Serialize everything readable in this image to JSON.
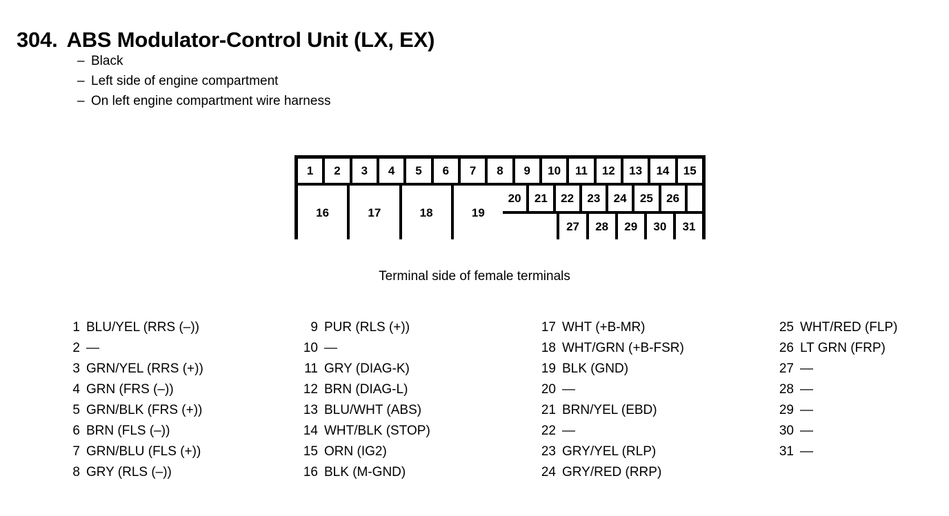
{
  "document": {
    "title_number": "304.",
    "title_text": "ABS Modulator-Control Unit (LX, EX)",
    "spec_items": [
      {
        "dash": "–",
        "text": "Black"
      },
      {
        "dash": "–",
        "text": "Left side of engine compartment"
      },
      {
        "dash": "–",
        "text": "On left engine compartment wire harness"
      }
    ],
    "caption": "Terminal side of female terminals"
  },
  "connector": {
    "top_row": [
      "1",
      "2",
      "3",
      "4",
      "5",
      "6",
      "7",
      "8",
      "9",
      "10",
      "11",
      "12",
      "13",
      "14",
      "15"
    ],
    "body_left": [
      "16",
      "17",
      "18",
      "19"
    ],
    "mid_row": [
      "20",
      "21",
      "22",
      "23",
      "24",
      "25",
      "26",
      ""
    ],
    "bottom_row": [
      "",
      "27",
      "28",
      "29",
      "30",
      "31"
    ]
  },
  "pin_legend": {
    "columns": [
      {
        "rows": [
          {
            "pin": "1",
            "desc": "BLU/YEL (RRS (–))"
          },
          {
            "pin": "2",
            "desc": "—"
          },
          {
            "pin": "3",
            "desc": "GRN/YEL (RRS (+))"
          },
          {
            "pin": "4",
            "desc": "GRN (FRS (–))"
          },
          {
            "pin": "5",
            "desc": "GRN/BLK (FRS (+))"
          },
          {
            "pin": "6",
            "desc": "BRN (FLS (–))"
          },
          {
            "pin": "7",
            "desc": "GRN/BLU (FLS (+))"
          },
          {
            "pin": "8",
            "desc": "GRY (RLS (–))"
          }
        ]
      },
      {
        "rows": [
          {
            "pin": "9",
            "desc": "PUR (RLS (+))"
          },
          {
            "pin": "10",
            "desc": "—"
          },
          {
            "pin": "11",
            "desc": "GRY (DIAG-K)"
          },
          {
            "pin": "12",
            "desc": "BRN (DIAG-L)"
          },
          {
            "pin": "13",
            "desc": "BLU/WHT (ABS)"
          },
          {
            "pin": "14",
            "desc": "WHT/BLK (STOP)"
          },
          {
            "pin": "15",
            "desc": "ORN (IG2)"
          },
          {
            "pin": "16",
            "desc": "BLK (M-GND)"
          }
        ]
      },
      {
        "rows": [
          {
            "pin": "17",
            "desc": "WHT (+B-MR)"
          },
          {
            "pin": "18",
            "desc": "WHT/GRN (+B-FSR)"
          },
          {
            "pin": "19",
            "desc": "BLK (GND)"
          },
          {
            "pin": "20",
            "desc": "—"
          },
          {
            "pin": "21",
            "desc": "BRN/YEL (EBD)"
          },
          {
            "pin": "22",
            "desc": "—"
          },
          {
            "pin": "23",
            "desc": "GRY/YEL (RLP)"
          },
          {
            "pin": "24",
            "desc": "GRY/RED (RRP)"
          }
        ]
      },
      {
        "rows": [
          {
            "pin": "25",
            "desc": "WHT/RED (FLP)"
          },
          {
            "pin": "26",
            "desc": "LT GRN (FRP)"
          },
          {
            "pin": "27",
            "desc": "—"
          },
          {
            "pin": "28",
            "desc": "—"
          },
          {
            "pin": "29",
            "desc": "—"
          },
          {
            "pin": "30",
            "desc": "—"
          },
          {
            "pin": "31",
            "desc": "—"
          }
        ]
      }
    ]
  },
  "colors": {
    "ink": "#000000",
    "paper": "#ffffff"
  }
}
